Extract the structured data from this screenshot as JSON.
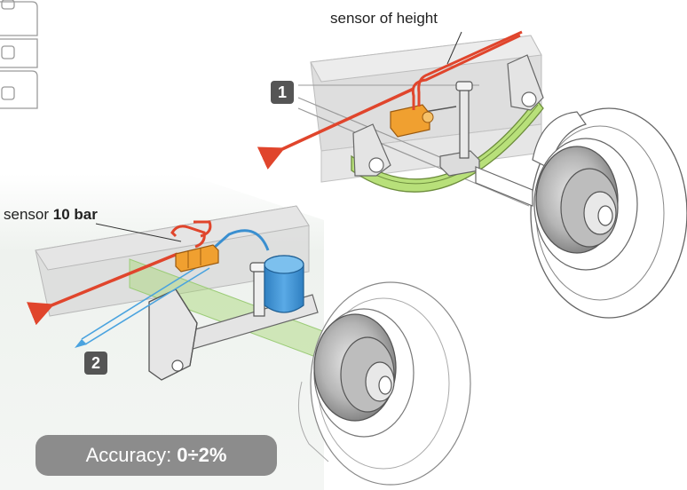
{
  "labels": {
    "height_sensor": "sensor of height",
    "pressure_sensor_prefix": "sensor ",
    "pressure_sensor_value": "10 bar"
  },
  "badges": {
    "first": "1",
    "second": "2"
  },
  "accuracy": {
    "prefix": "Accuracy: ",
    "value": "0÷2%"
  },
  "colors": {
    "red_arrow": "#e0452c",
    "blue_arrow": "#4aa3df",
    "green_axle": "#a6d873",
    "sensor_orange": "#f0a030",
    "tank_blue": "#3a8fd0",
    "tire_gray": "#8a8a8a",
    "accuracy_bg": "#8c8c8c"
  },
  "icons": [
    "truck-side-view-icon",
    "suspension-height-diagram",
    "air-suspension-diagram"
  ]
}
